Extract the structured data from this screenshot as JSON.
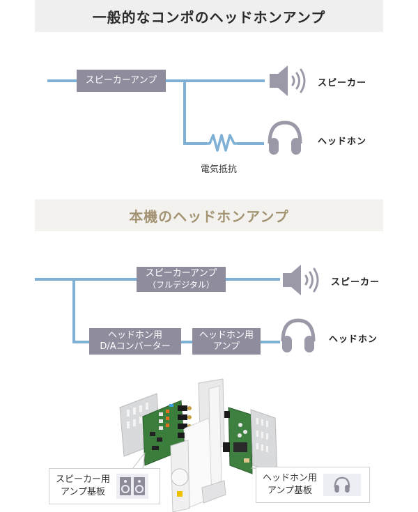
{
  "section1": {
    "title": "一般的なコンポのヘッドホンアンプ",
    "speaker_amp_label": "スピーカーアンプ",
    "resistor_label": "電気抵抗",
    "speaker_label": "スピーカー",
    "headphone_label": "ヘッドホン",
    "icons": [
      "speaker-icon",
      "headphone-icon",
      "resistor-icon"
    ]
  },
  "section2": {
    "title": "本機のヘッドホンアンプ",
    "speaker_amp_label": "スピーカーアンプ",
    "speaker_amp_sublabel": "（フルデジタル）",
    "dac_label_line1": "ヘッドホン用",
    "dac_label_line2": "D/Aコンバーター",
    "hp_amp_label_line1": "ヘッドホン用",
    "hp_amp_label_line2": "アンプ",
    "speaker_label": "スピーカー",
    "headphone_label": "ヘッドホン"
  },
  "photo": {
    "callout_left_line1": "スピーカー用",
    "callout_left_line2": "アンプ基板",
    "callout_left_icon": "bookshelf-speakers-icon",
    "callout_right_line1": "ヘッドホン用",
    "callout_right_line2": "アンプ基板",
    "callout_right_icon": "headphone-icon"
  },
  "colors": {
    "line": "#7fb0d6",
    "box": "#8f8c9e",
    "icon": "#9b99a8",
    "header2_text": "#a39373"
  }
}
